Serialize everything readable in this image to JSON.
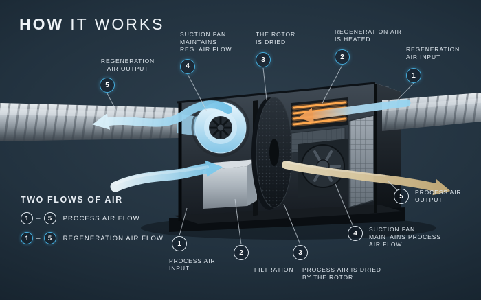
{
  "title": {
    "emphasis": "HOW",
    "rest": "IT WORKS"
  },
  "callouts": {
    "regeneration": [
      {
        "num": "5",
        "label": "REGENERATION\nAIR OUTPUT"
      },
      {
        "num": "4",
        "label": "SUCTION FAN\nMAINTAINS\nREG. AIR FLOW"
      },
      {
        "num": "3",
        "label": "THE ROTOR\nIS DRIED"
      },
      {
        "num": "2",
        "label": "REGENERATION AIR\nIS HEATED"
      },
      {
        "num": "1",
        "label": "REGENERATION\nAIR INPUT"
      }
    ],
    "process": [
      {
        "num": "1",
        "label": "PROCESS AIR\nINPUT"
      },
      {
        "num": "2",
        "label": "FILTRATION"
      },
      {
        "num": "3",
        "label": "PROCESS AIR IS DRIED\nBY THE ROTOR"
      },
      {
        "num": "4",
        "label": "SUCTION FAN\nMAINTAINS PROCESS\nAIR FLOW"
      },
      {
        "num": "5",
        "label": "PROCESS AIR\nOUTPUT"
      }
    ]
  },
  "legend": {
    "heading": "TWO FLOWS OF AIR",
    "rows": [
      {
        "start": "1",
        "separator": "–",
        "end": "5",
        "label": "PROCESS AIR FLOW",
        "style": "process"
      },
      {
        "start": "1",
        "separator": "–",
        "end": "5",
        "label": "REGENERATION AIR FLOW",
        "style": "regeneration"
      }
    ]
  },
  "colors": {
    "background": "#22323f",
    "accent_blue": "#45aede",
    "process_ring": "#dfe7ee",
    "regen_air_blue": "#8fd0ee",
    "dry_air_tan": "#cdb584",
    "heater_orange": "#f2a058",
    "text": "#dde5ec"
  }
}
